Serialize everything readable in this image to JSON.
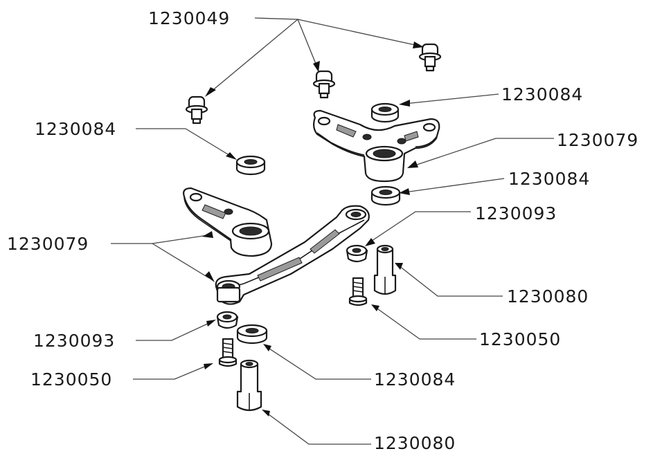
{
  "callouts": [
    {
      "id": "pin-top",
      "text": "1230049"
    },
    {
      "id": "spacer-top-right",
      "text": "1230084"
    },
    {
      "id": "spacer-left",
      "text": "1230084"
    },
    {
      "id": "arm-top",
      "text": "1230079"
    },
    {
      "id": "spacer-mid-right",
      "text": "1230084"
    },
    {
      "id": "nut-right",
      "text": "1230093"
    },
    {
      "id": "arm-left",
      "text": "1230079"
    },
    {
      "id": "post-right",
      "text": "1230080"
    },
    {
      "id": "screw-right",
      "text": "1230050"
    },
    {
      "id": "nut-left",
      "text": "1230093"
    },
    {
      "id": "spacer-bottom",
      "text": "1230084"
    },
    {
      "id": "screw-left",
      "text": "1230050"
    },
    {
      "id": "post-bottom",
      "text": "1230080"
    }
  ],
  "colors": {
    "ink": "#1a1a1a",
    "background": "#ffffff"
  }
}
